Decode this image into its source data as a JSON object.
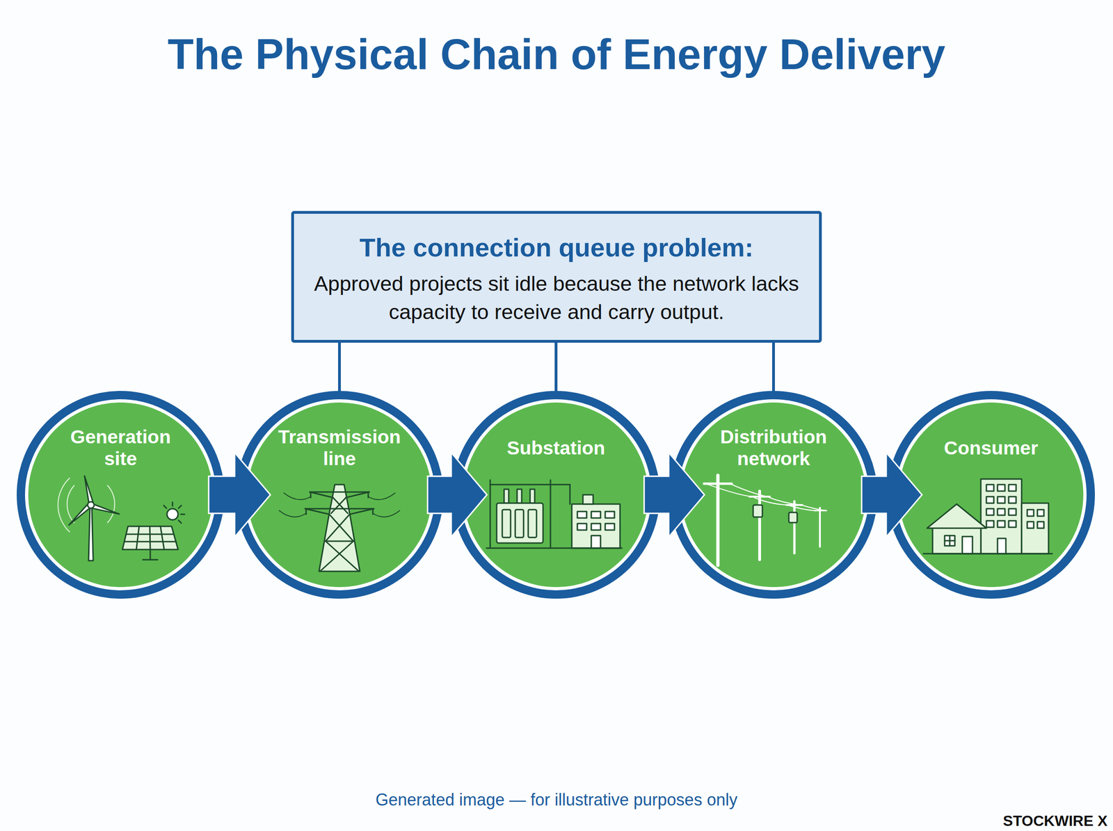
{
  "diagram": {
    "title": "The Physical Chain of Energy Delivery",
    "caption": "Generated image — for illustrative purposes only",
    "nodes": [
      {
        "text": [
          "The connection queue problem:",
          "Approved projects sit idle because the network lacks capacity to receive and carry output."
        ]
      },
      {
        "text": [
          "Generation site"
        ]
      },
      {
        "text": [
          "Transmission line"
        ]
      },
      {
        "text": [
          "Substation"
        ]
      },
      {
        "text": [
          "Distribution network"
        ]
      },
      {
        "text": [
          "Consumer"
        ]
      }
    ],
    "edges": [
      {
        "from": 1,
        "to": 2,
        "arrow": "to"
      },
      {
        "from": 2,
        "to": 3,
        "arrow": "to"
      },
      {
        "from": 3,
        "to": 4,
        "arrow": "to"
      },
      {
        "from": 4,
        "to": 5,
        "arrow": "to"
      },
      {
        "from": 0,
        "to": 2,
        "arrow": "none"
      },
      {
        "from": 0,
        "to": 3,
        "arrow": "none"
      },
      {
        "from": 0,
        "to": 4,
        "arrow": "none"
      }
    ],
    "labels": [
      "STOCKWIRE X"
    ]
  }
}
